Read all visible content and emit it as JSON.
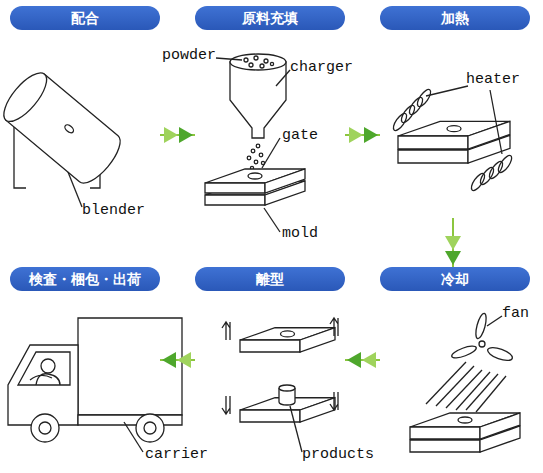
{
  "diagram": {
    "nodes": [
      {
        "text": [
          "配合"
        ]
      },
      {
        "text": [
          "原料充填"
        ]
      },
      {
        "text": [
          "加熱"
        ]
      },
      {
        "text": [
          "冷却"
        ]
      },
      {
        "text": [
          "離型"
        ]
      },
      {
        "text": [
          "検査・梱包・出荷"
        ]
      }
    ],
    "edges": [
      {
        "from": 0,
        "to": 1,
        "arrow": "to"
      },
      {
        "from": 1,
        "to": 2,
        "arrow": "to"
      },
      {
        "from": 2,
        "to": 3,
        "arrow": "to"
      },
      {
        "from": 3,
        "to": 4,
        "arrow": "to"
      },
      {
        "from": 4,
        "to": 5,
        "arrow": "to"
      }
    ],
    "labels": [
      "blender",
      "powder",
      "charger",
      "gate",
      "mold",
      "heater",
      "fan",
      "products",
      "carrier"
    ]
  }
}
